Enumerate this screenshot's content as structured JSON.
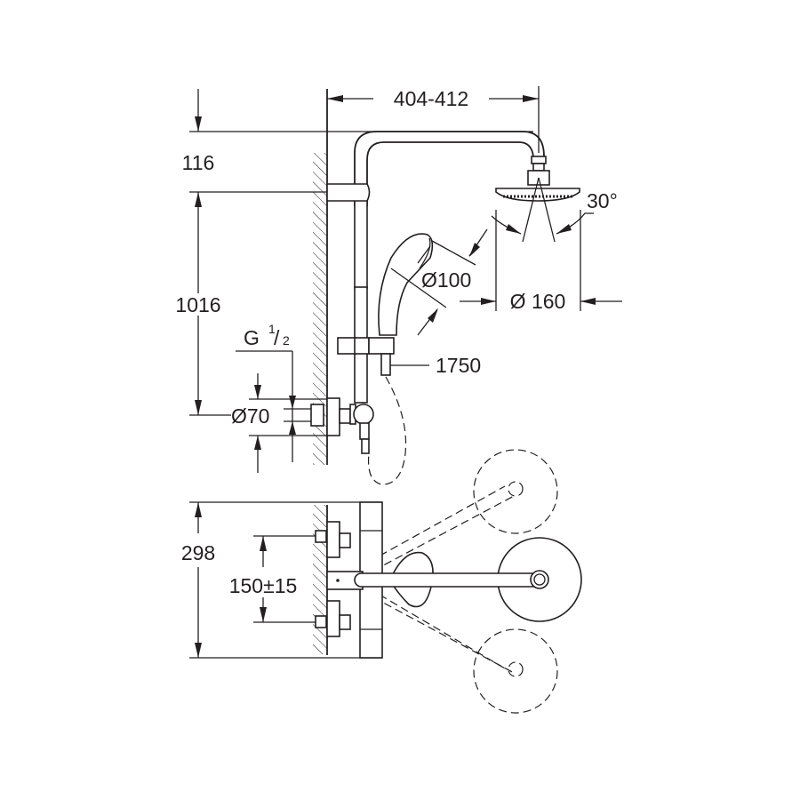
{
  "drawing": {
    "title": "Shower system dimension drawing",
    "line_color": "#231f20",
    "dimensions": {
      "arm_projection": "404-412",
      "top_offset": "116",
      "height": "1016",
      "thread": "G",
      "thread_num": "1",
      "thread_den": "2",
      "rosette": "Ø70",
      "hand_shower": "Ø100",
      "head_shower": "Ø 160",
      "hose_length": "1750",
      "spray_angle": "30°",
      "valve_height": "298",
      "inlet_centers": "150±15"
    }
  }
}
